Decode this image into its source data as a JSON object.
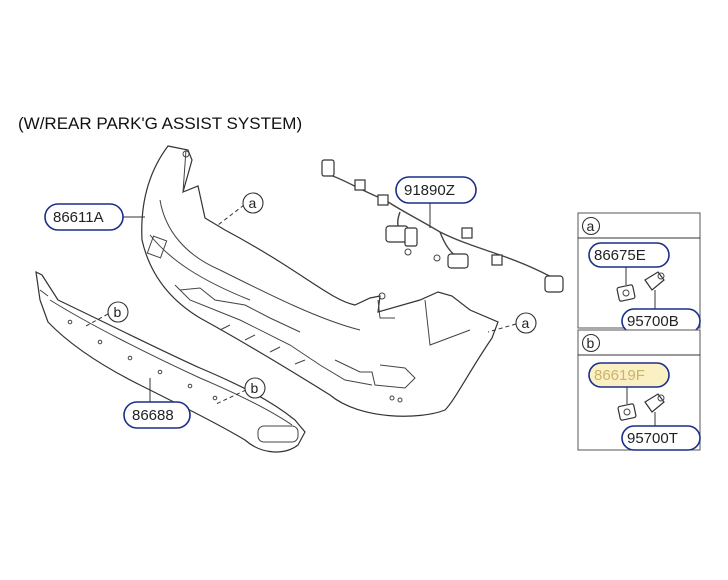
{
  "title": "(W/REAR PARK'G ASSIST SYSTEM)",
  "parts": {
    "bumper_cover": "86611A",
    "wiring_harness": "91890Z",
    "lower_garnish": "86688",
    "holder_a": "86675E",
    "sensor_a": "95700B",
    "holder_b": "86619F",
    "sensor_b": "95700T"
  },
  "refs": {
    "a": "a",
    "b": "b"
  },
  "colors": {
    "callout_border": "#1a2f8a",
    "highlight_fill": "#fbf0c4"
  }
}
